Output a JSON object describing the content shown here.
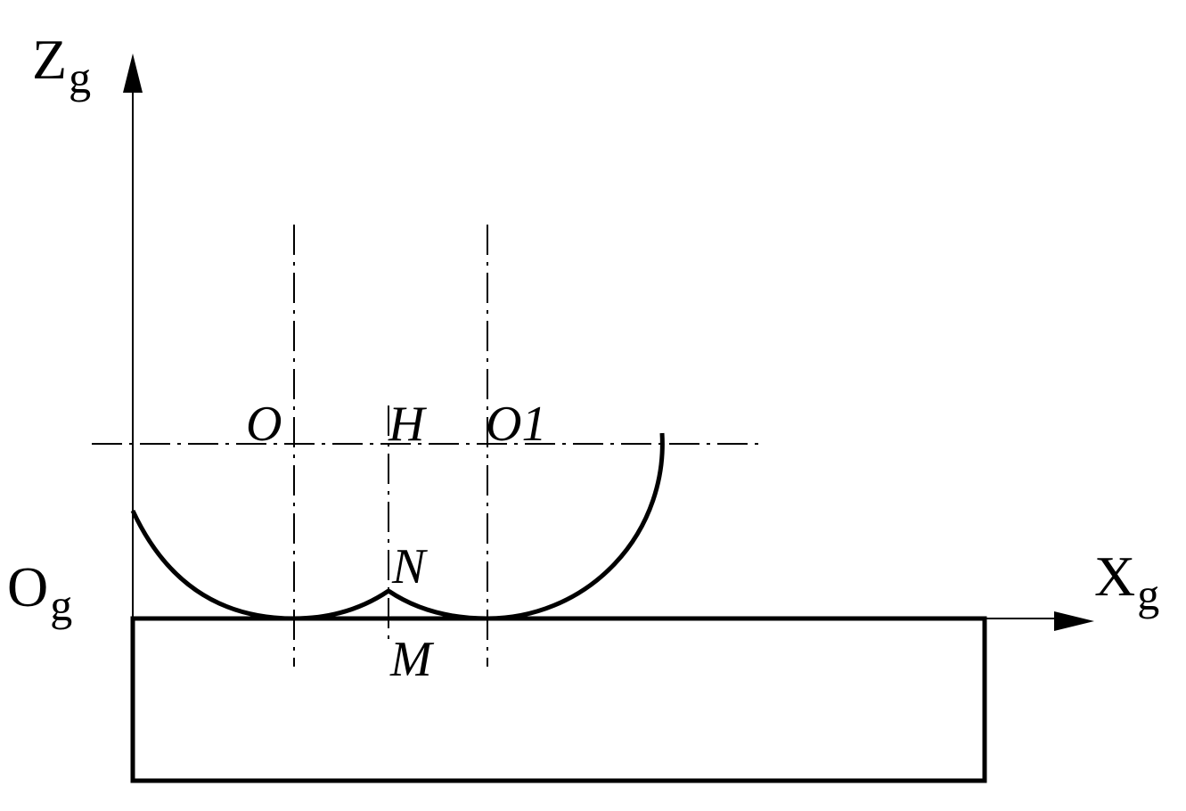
{
  "labels": {
    "z_axis_main": "Z",
    "z_axis_sub": "g",
    "x_axis_main": "X",
    "x_axis_sub": "g",
    "origin_main": "O",
    "origin_sub": "g",
    "point_o": "O",
    "point_h": "H",
    "point_o1": "O1",
    "point_n": "N",
    "point_m": "M"
  }
}
